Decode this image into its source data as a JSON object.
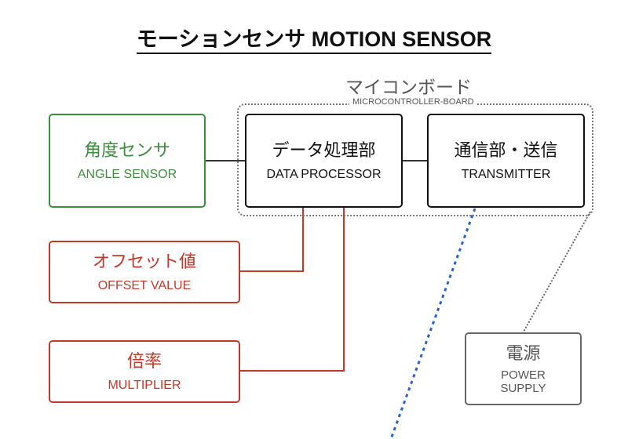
{
  "title": "モーションセンサ MOTION SENSOR",
  "board": {
    "label_jp": "マイコンボード",
    "label_en": "MICROCONTROLLER-BOARD"
  },
  "nodes": {
    "angle_sensor": {
      "jp": "角度センサ",
      "en": "ANGLE SENSOR"
    },
    "data_processor": {
      "jp": "データ処理部",
      "en": "DATA PROCESSOR"
    },
    "transmitter": {
      "jp": "通信部・送信",
      "en": "TRANSMITTER"
    },
    "offset_value": {
      "jp": "オフセット値",
      "en": "OFFSET VALUE"
    },
    "multiplier": {
      "jp": "倍率",
      "en": "MULTIPLIER"
    },
    "power_supply": {
      "jp": "電源",
      "en": "POWER SUPPLY"
    }
  },
  "colors": {
    "sensor": "#3b8e3b",
    "parameter": "#c0392b",
    "core": "#111111",
    "power": "#666666",
    "wireless": "#2a62c4"
  }
}
